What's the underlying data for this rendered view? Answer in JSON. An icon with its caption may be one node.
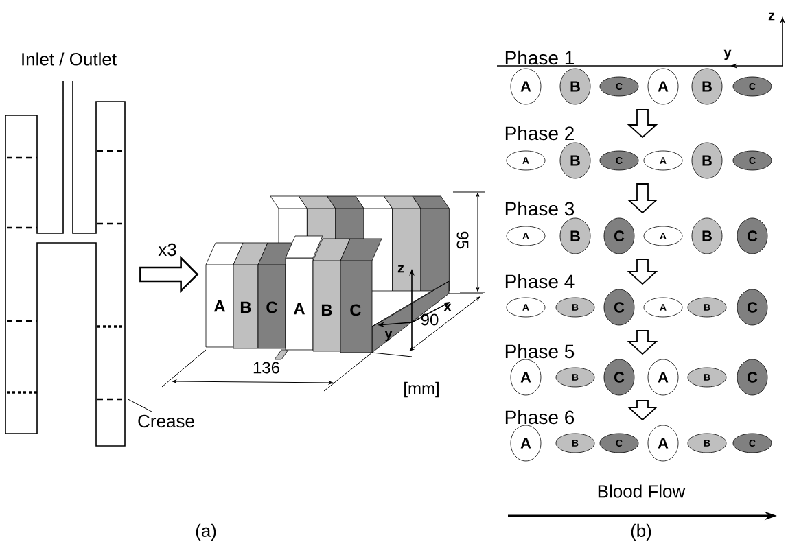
{
  "diagram": {
    "nodes": [
      {
        "text": [],
        "shape": "picture",
        "beside": [
          "Inlet / Outlet"
        ]
      },
      {
        "text": [],
        "shape": "picture"
      },
      {
        "text": [
          "Crease"
        ]
      },
      {
        "text": [
          "A"
        ]
      },
      {
        "text": [
          "B"
        ]
      },
      {
        "text": [
          "C"
        ]
      },
      {
        "text": [
          "A"
        ]
      },
      {
        "text": [
          "B"
        ]
      },
      {
        "text": [
          "C"
        ]
      },
      {
        "text": [
          "A"
        ]
      },
      {
        "text": [
          "B"
        ]
      },
      {
        "text": [
          "C"
        ]
      },
      {
        "text": [
          "A"
        ]
      },
      {
        "text": [
          "B"
        ]
      },
      {
        "text": [
          "C"
        ]
      },
      {
        "text": [
          "A"
        ]
      },
      {
        "text": [
          "B"
        ]
      },
      {
        "text": [
          "C"
        ]
      },
      {
        "text": [
          "A"
        ]
      },
      {
        "text": [
          "B"
        ]
      },
      {
        "text": [
          "C"
        ]
      },
      {
        "text": [
          "A"
        ]
      },
      {
        "text": [
          "B"
        ]
      },
      {
        "text": [
          "C"
        ]
      },
      {
        "text": [
          "A"
        ]
      },
      {
        "text": [
          "B"
        ]
      },
      {
        "text": [
          "C"
        ]
      },
      {
        "text": [
          "A"
        ]
      },
      {
        "text": [
          "B"
        ]
      },
      {
        "text": [
          "C"
        ]
      },
      {
        "text": [
          "A"
        ]
      },
      {
        "text": [
          "B"
        ]
      },
      {
        "text": [
          "C"
        ]
      },
      {
        "text": [
          "A"
        ]
      },
      {
        "text": [
          "B"
        ]
      },
      {
        "text": [
          "C"
        ]
      },
      {
        "text": [
          "A"
        ]
      },
      {
        "text": [
          "B"
        ]
      },
      {
        "text": [
          "C"
        ]
      }
    ],
    "edges": [
      {
        "from": 0,
        "to": 1,
        "arrow": "to",
        "label": "x3"
      },
      {
        "from": 2,
        "to": 0,
        "arrow": "none"
      },
      {
        "from": 5,
        "to": 11,
        "arrow": "to"
      },
      {
        "from": 11,
        "to": 17,
        "arrow": "to"
      },
      {
        "from": 17,
        "to": 23,
        "arrow": "to"
      },
      {
        "from": 23,
        "to": 29,
        "arrow": "to"
      },
      {
        "from": 29,
        "to": 35,
        "arrow": "to"
      }
    ],
    "labels": [
      "A",
      "B",
      "C",
      "A",
      "B",
      "C",
      "z",
      "y",
      "x",
      "95",
      "90",
      "136",
      "[mm]",
      "(a)",
      "z",
      "y",
      "Phase 1",
      "Phase 2",
      "Phase 3",
      "Phase 4",
      "Phase 5",
      "Phase 6",
      "Blood Flow",
      "(b)"
    ]
  }
}
